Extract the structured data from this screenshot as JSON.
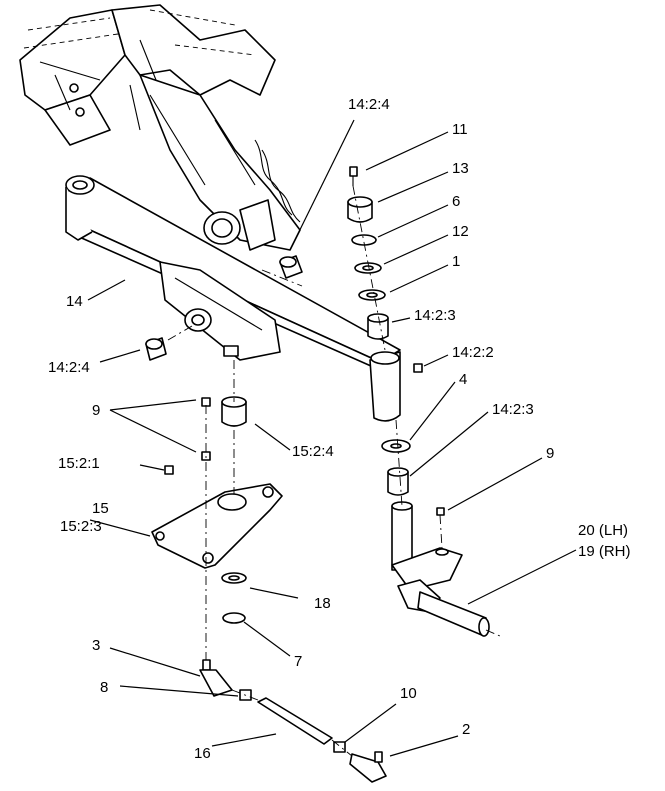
{
  "callouts": {
    "c_14_2_4_top": "14:2:4",
    "c_11": "11",
    "c_13": "13",
    "c_6": "6",
    "c_12": "12",
    "c_1": "1",
    "c_14_2_3_upper": "14:2:3",
    "c_14": "14",
    "c_14_2_2": "14:2:2",
    "c_14_2_4_left": "14:2:4",
    "c_4": "4",
    "c_14_2_3_lower": "14:2:3",
    "c_9_left": "9",
    "c_15_2_4": "15:2:4",
    "c_9_right": "9",
    "c_15_2_1": "15:2:1",
    "c_15": "15",
    "c_15_2_3": "15:2:3",
    "c_20_lh": "20 (LH)",
    "c_19_rh": "19 (RH)",
    "c_18": "18",
    "c_3": "3",
    "c_7": "7",
    "c_8": "8",
    "c_10": "10",
    "c_2": "2",
    "c_16": "16"
  }
}
